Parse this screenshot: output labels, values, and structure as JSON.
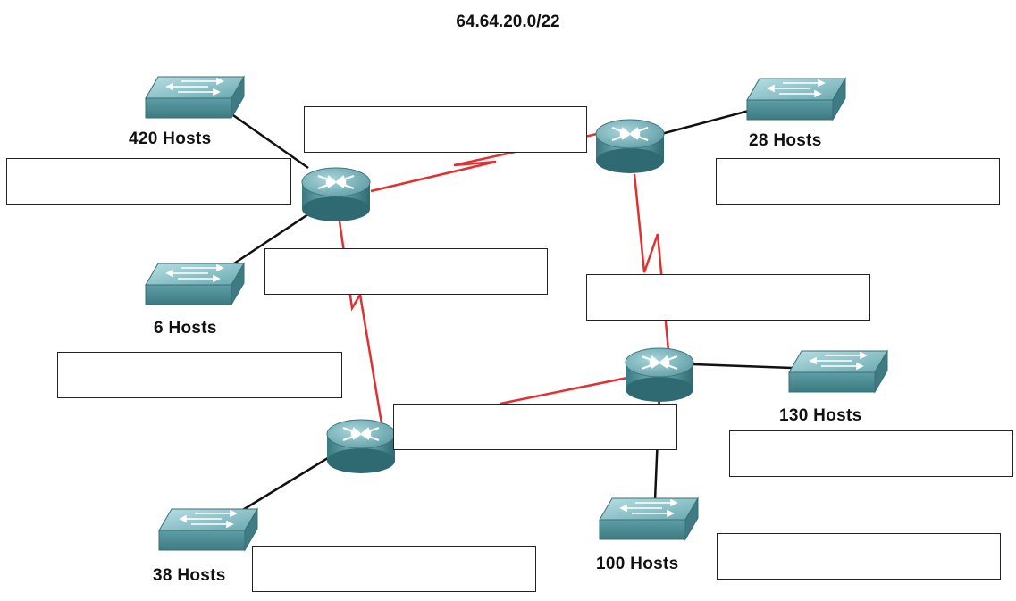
{
  "title": "64.64.20.0/22",
  "lan_labels": [
    {
      "id": "420",
      "text": "420 Hosts"
    },
    {
      "id": "6",
      "text": "6 Hosts"
    },
    {
      "id": "28",
      "text": "28 Hosts"
    },
    {
      "id": "130",
      "text": "130 Hosts"
    },
    {
      "id": "100",
      "text": "100 Hosts"
    },
    {
      "id": "38",
      "text": "38 Hosts"
    }
  ],
  "answer_boxes": [
    "",
    "",
    "",
    "",
    "",
    "",
    "",
    "",
    "",
    ""
  ],
  "colors": {
    "wan_link": "#e03030",
    "lan_link": "#111111",
    "device_top": "#9fd0d6",
    "device_side": "#4f8f97",
    "device_dark": "#2f6a72"
  },
  "device_icons": {
    "router": "router-icon",
    "switch": "switch-icon"
  }
}
